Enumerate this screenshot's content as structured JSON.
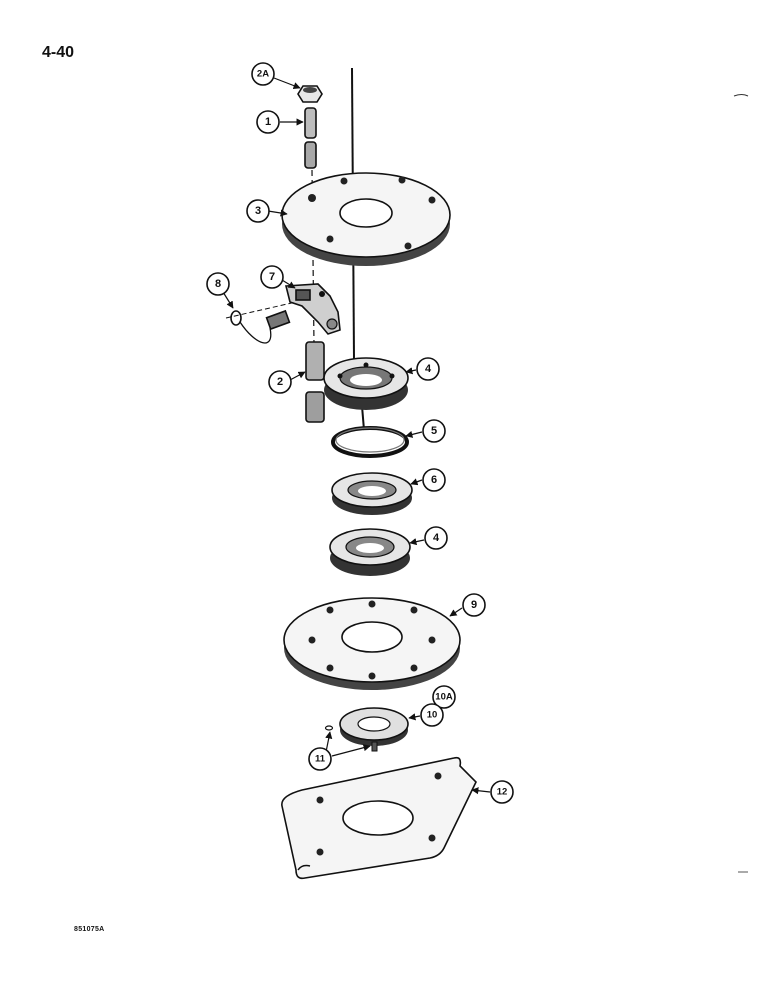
{
  "page": {
    "number": "4-40",
    "figure_code": "851075A"
  },
  "callouts": {
    "c2a": "2A",
    "c1": "1",
    "c3": "3",
    "c7": "7",
    "c8": "8",
    "c4a": "4",
    "c2": "2",
    "c5": "5",
    "c6": "6",
    "c4b": "4",
    "c9": "9",
    "c10a": "10A",
    "c10": "10",
    "c11": "11",
    "c12": "12"
  }
}
